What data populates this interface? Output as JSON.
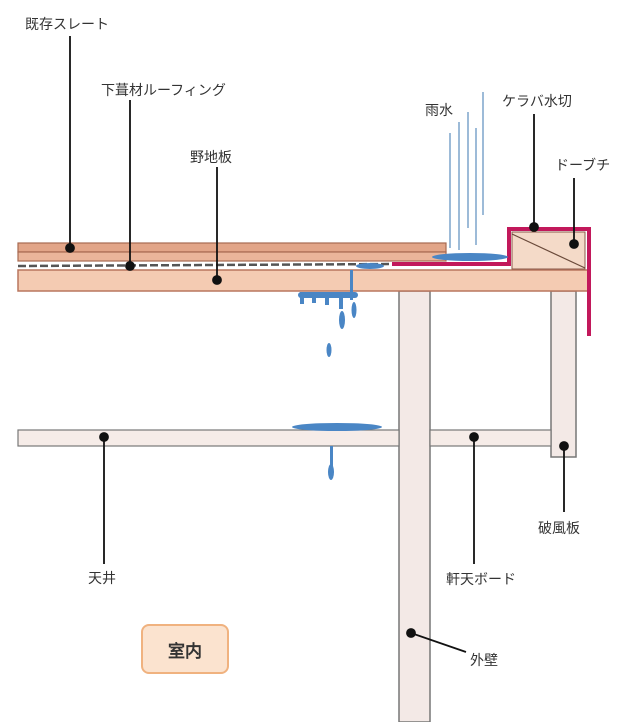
{
  "labels": {
    "existing_slate": "既存スレート",
    "underlayment": "下葺材ルーフィング",
    "sheathing": "野地板",
    "rainwater": "雨水",
    "verge_flashing": "ケラバ水切",
    "dobuchi": "ドーブチ",
    "ceiling": "天井",
    "soffit_board": "軒天ボード",
    "fascia_board": "破風板",
    "exterior_wall": "外壁",
    "indoor": "室内"
  },
  "colors": {
    "wood": "#f2cdb4",
    "wood_edge": "#b9765e",
    "flashing": "#c2185b",
    "water": "#4a86c5",
    "board": "#f1e6e0"
  }
}
